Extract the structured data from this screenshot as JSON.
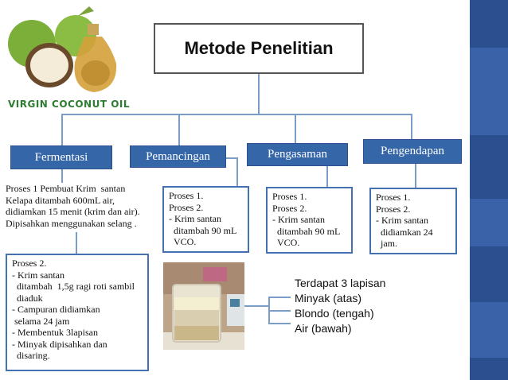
{
  "logo": {
    "text": "VIRGIN COCONUT OIL"
  },
  "title": "Metode Penelitian",
  "categories": [
    {
      "label": "Fermentasi"
    },
    {
      "label": "Pemancingan"
    },
    {
      "label": "Pengasaman"
    },
    {
      "label": "Pengendapan"
    }
  ],
  "fermentasi": {
    "step1": "Proses 1 Pembuat Krim  santan\nKelapa ditambah 600mL air,\ndidiamkan 15 menit (krim dan air).\nDipisahkan menggunakan selang .",
    "step2": "Proses 2.\n- Krim santan\n  ditambah  1,5g ragi roti sambil\n  diaduk\n- Campuran didiamkan\n selama 24 jam\n- Membentuk 3lapisan\n- Minyak dipisahkan dan\n  disaring."
  },
  "pemancingan": {
    "text": "Proses 1.\nProses 2.\n- Krim santan\n  ditambah 90 mL\n  VCO."
  },
  "pengasaman": {
    "text": "Proses 1.\nProses 2.\n- Krim santan\n  ditambah 90 mL\n  VCO."
  },
  "pengendapan": {
    "text": "Proses 1.\nProses 2.\n- Krim santan\n  didiamkan 24\n  jam."
  },
  "results": {
    "heading": "Terdapat 3 lapisan",
    "items": [
      "Minyak  (atas)",
      "Blondo (tengah)",
      "Air (bawah)"
    ]
  },
  "colors": {
    "header_bg": "#3566a8",
    "box_border": "#4472b0",
    "sidebar": "#2b4f8f",
    "connector": "#7a9cc6"
  }
}
